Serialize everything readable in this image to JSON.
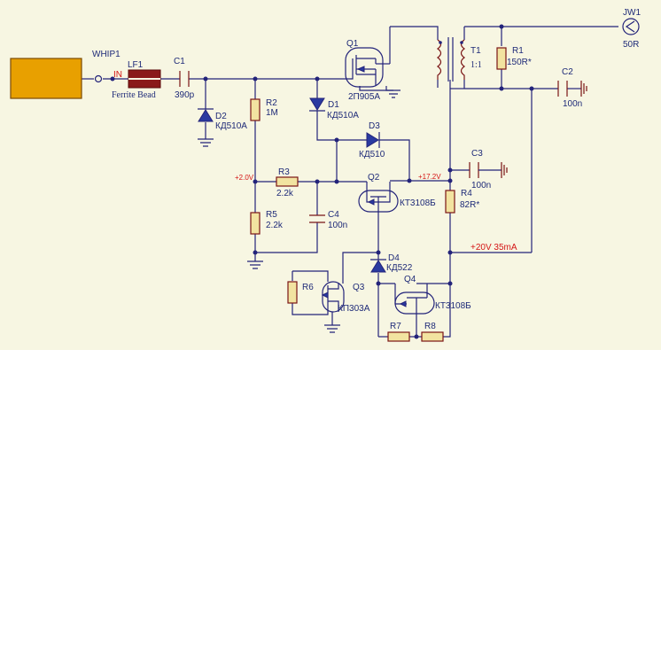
{
  "labels": {
    "whip1": "WHIP1",
    "in": "IN",
    "lf1": "LF1",
    "ferrite": "Ferrite Bead",
    "c1": "C1",
    "c1_val": "390p",
    "d2": "D2",
    "d2_val": "КД510А",
    "r2": "R2",
    "r2_val": "1M",
    "d1": "D1",
    "d1_val": "КД510А",
    "q1": "Q1",
    "q1_val": "2П905А",
    "d3": "D3",
    "d3_val": "КД510",
    "v2": "+2.0V",
    "r3": "R3",
    "r3_val": "2.2k",
    "q2": "Q2",
    "q2_val": "КТ3108Б",
    "v17": "+17.2V",
    "r5": "R5",
    "r5_val": "2.2k",
    "c4": "C4",
    "c4_val": "100n",
    "t1": "T1",
    "t1_val": "1:1",
    "r1": "R1",
    "r1_val": "150R*",
    "jw1": "JW1",
    "jw1_val": "50R",
    "c2": "C2",
    "c2_val": "100n",
    "c3": "C3",
    "c3_val": "100n",
    "r4": "R4",
    "r4_val": "82R*",
    "v20": "+20V 35mA",
    "d4": "D4",
    "d4_val": "КД522",
    "r6": "R6",
    "q3": "Q3",
    "q3_val": "КП303А",
    "q4": "Q4",
    "q4_val": "КТ3108Б",
    "r7": "R7",
    "r8": "R8"
  },
  "colors": {
    "background": "#f7f6e2",
    "wire": "#23237a",
    "component": "#7a1515",
    "antenna": "#e8a000",
    "voltage_label": "#d41515"
  }
}
